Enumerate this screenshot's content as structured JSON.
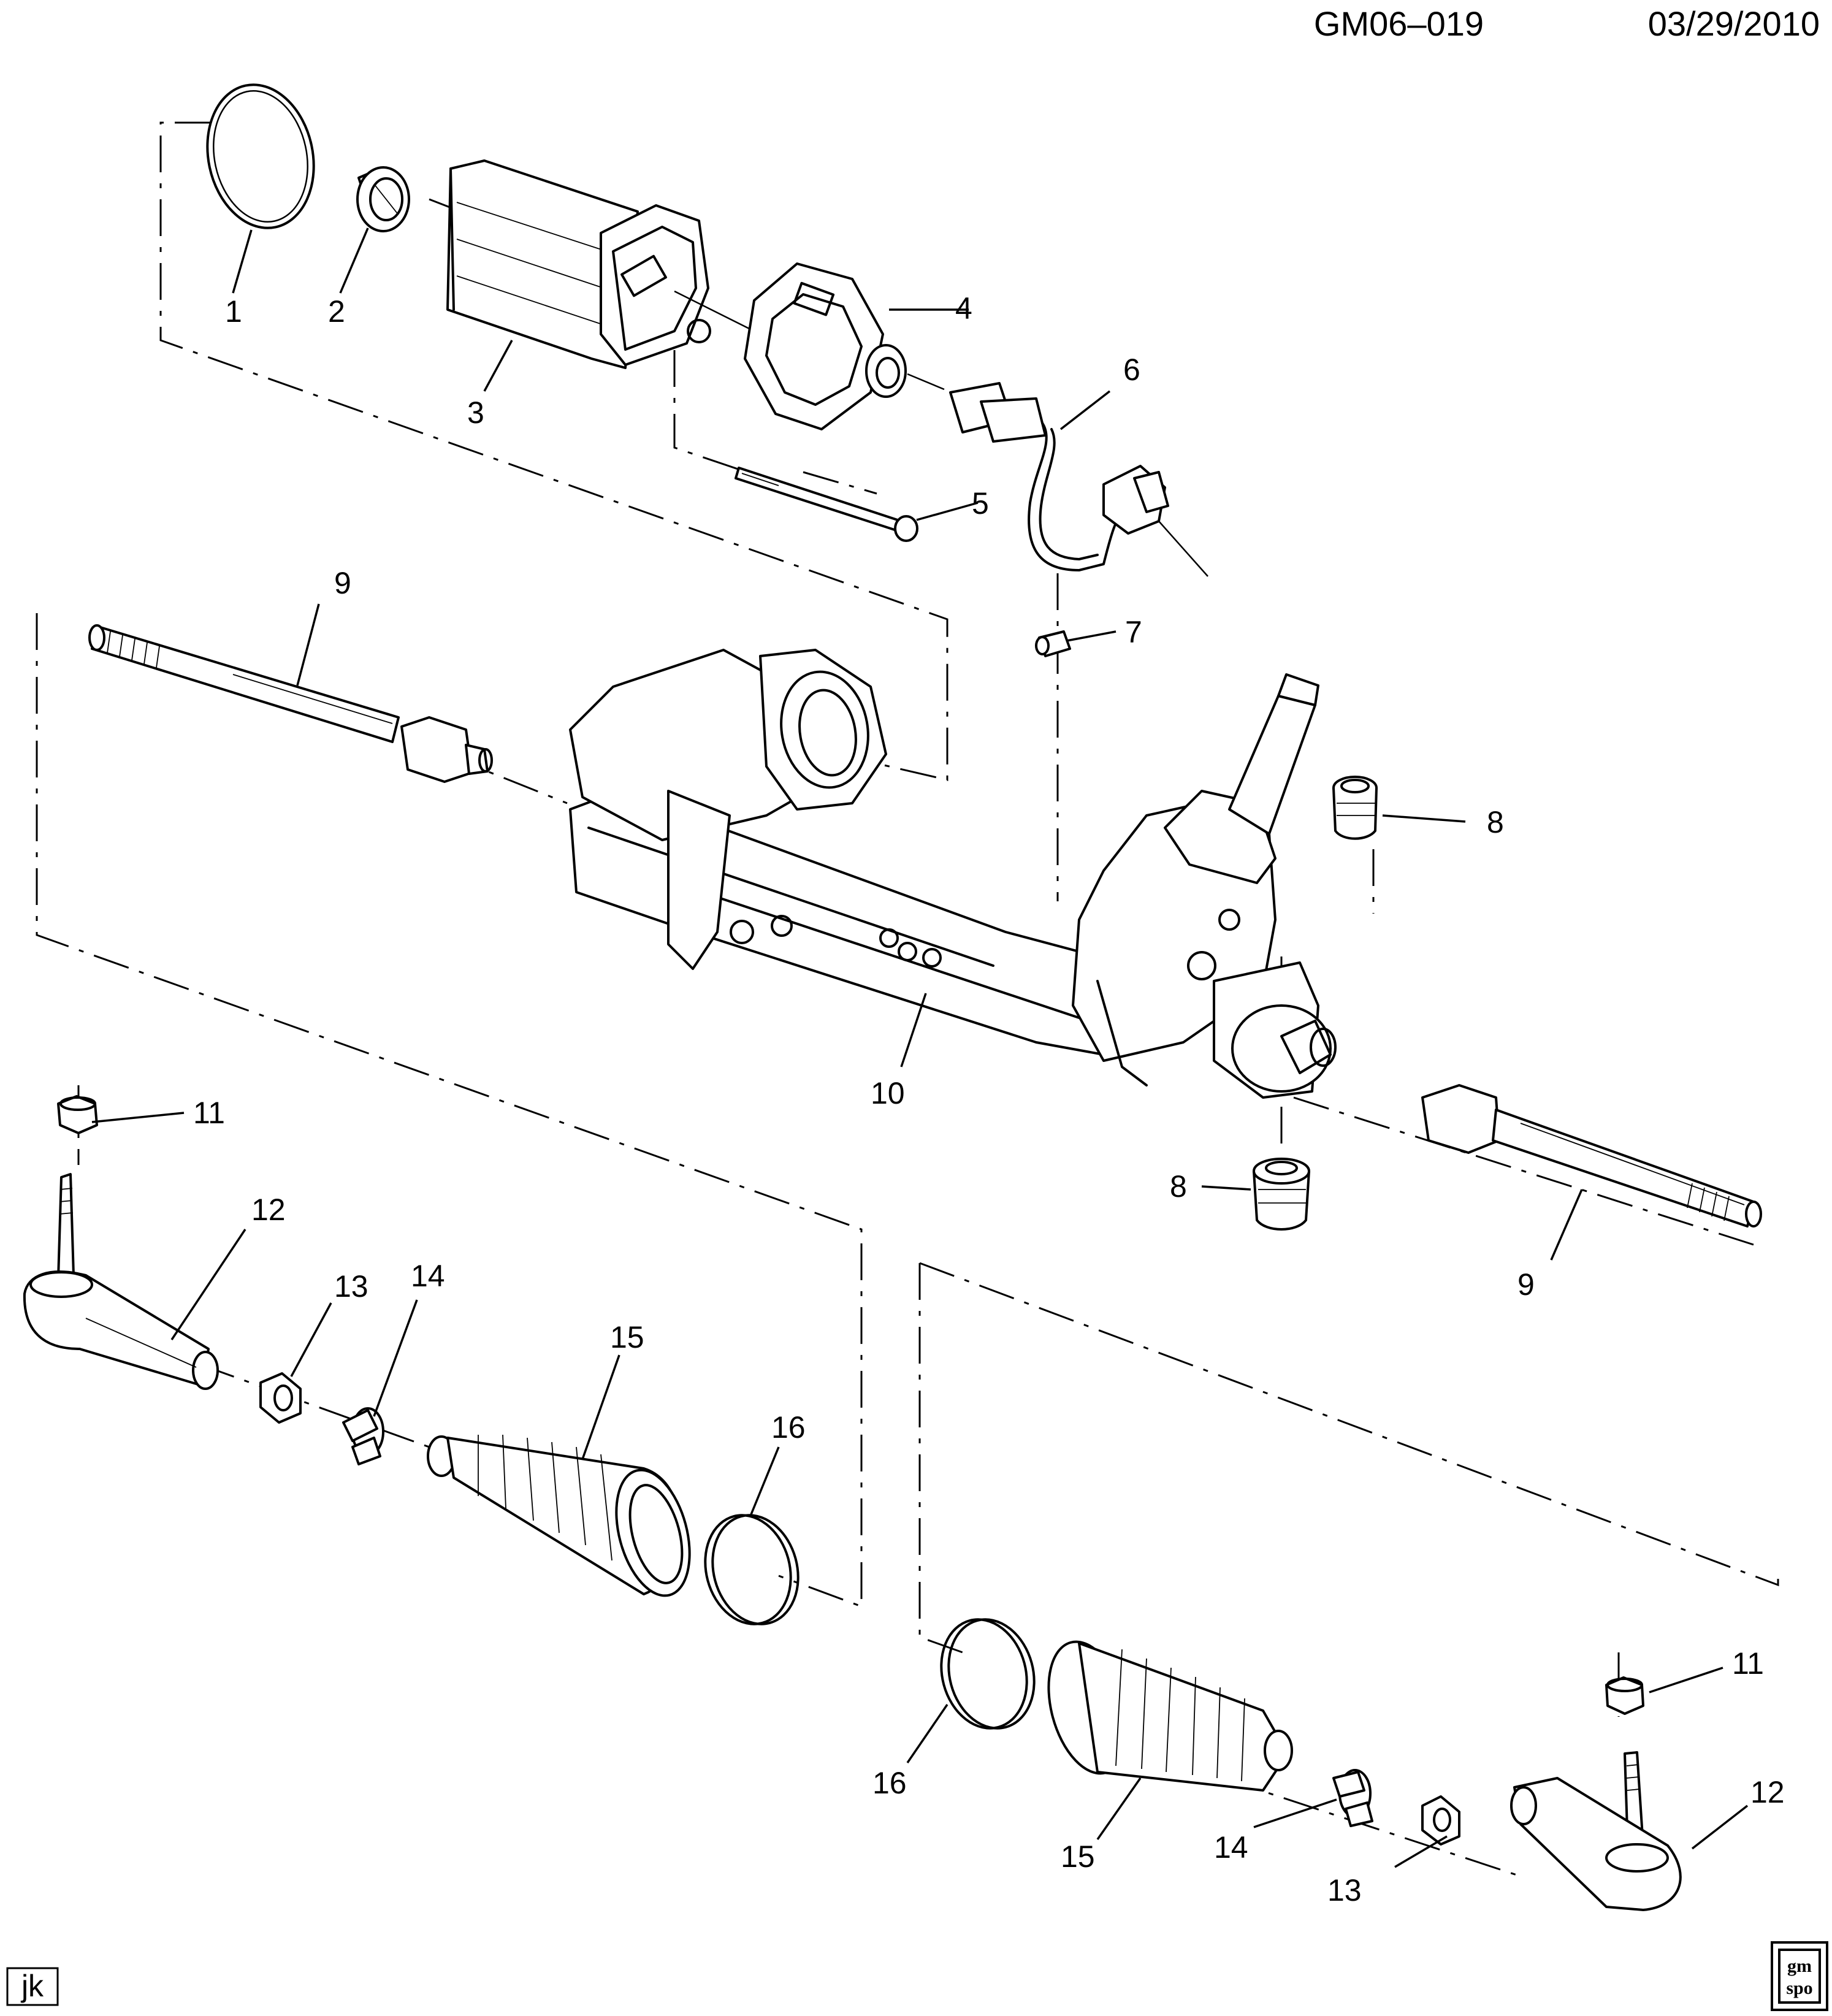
{
  "header": {
    "diagram_id": "GM06–019",
    "date": "03/29/2010"
  },
  "footer": {
    "initials": "jk",
    "logo_line1": "gm",
    "logo_line2": "spo"
  },
  "callouts": {
    "c1": "1",
    "c2": "2",
    "c3": "3",
    "c4": "4",
    "c5": "5",
    "c6": "6",
    "c7": "7",
    "c8a": "8",
    "c8b": "8",
    "c9a": "9",
    "c9b": "9",
    "c10": "10",
    "c11a": "11",
    "c11b": "11",
    "c12a": "12",
    "c12b": "12",
    "c13a": "13",
    "c13b": "13",
    "c14a": "14",
    "c14b": "14",
    "c15a": "15",
    "c15b": "15",
    "c16a": "16",
    "c16b": "16"
  }
}
